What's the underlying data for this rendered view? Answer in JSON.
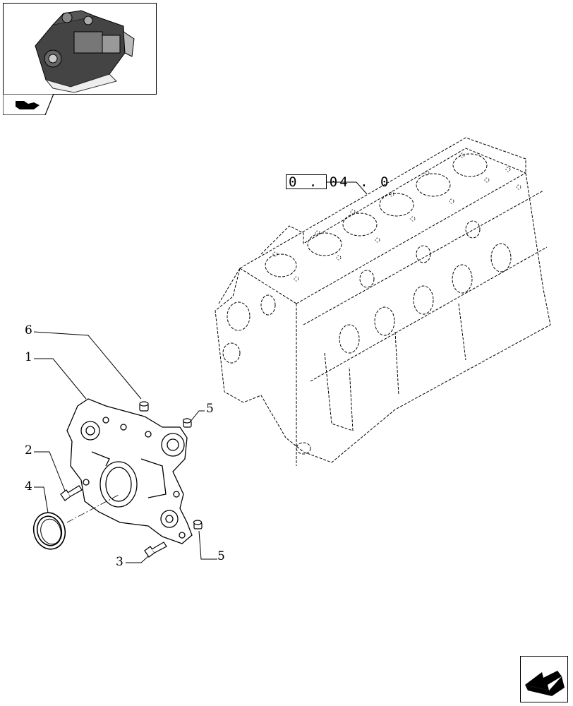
{
  "reference": {
    "code": "0 . 04 . 0"
  },
  "callouts": {
    "c1": "1",
    "c2": "2",
    "c3": "3",
    "c4": "4",
    "c5a": "5",
    "c5b": "5",
    "c6": "6"
  },
  "icons": {
    "thumbnail": "engine-thumbnail-icon",
    "tab": "pointing-hand-icon",
    "nav": "next-page-arrow-icon"
  }
}
